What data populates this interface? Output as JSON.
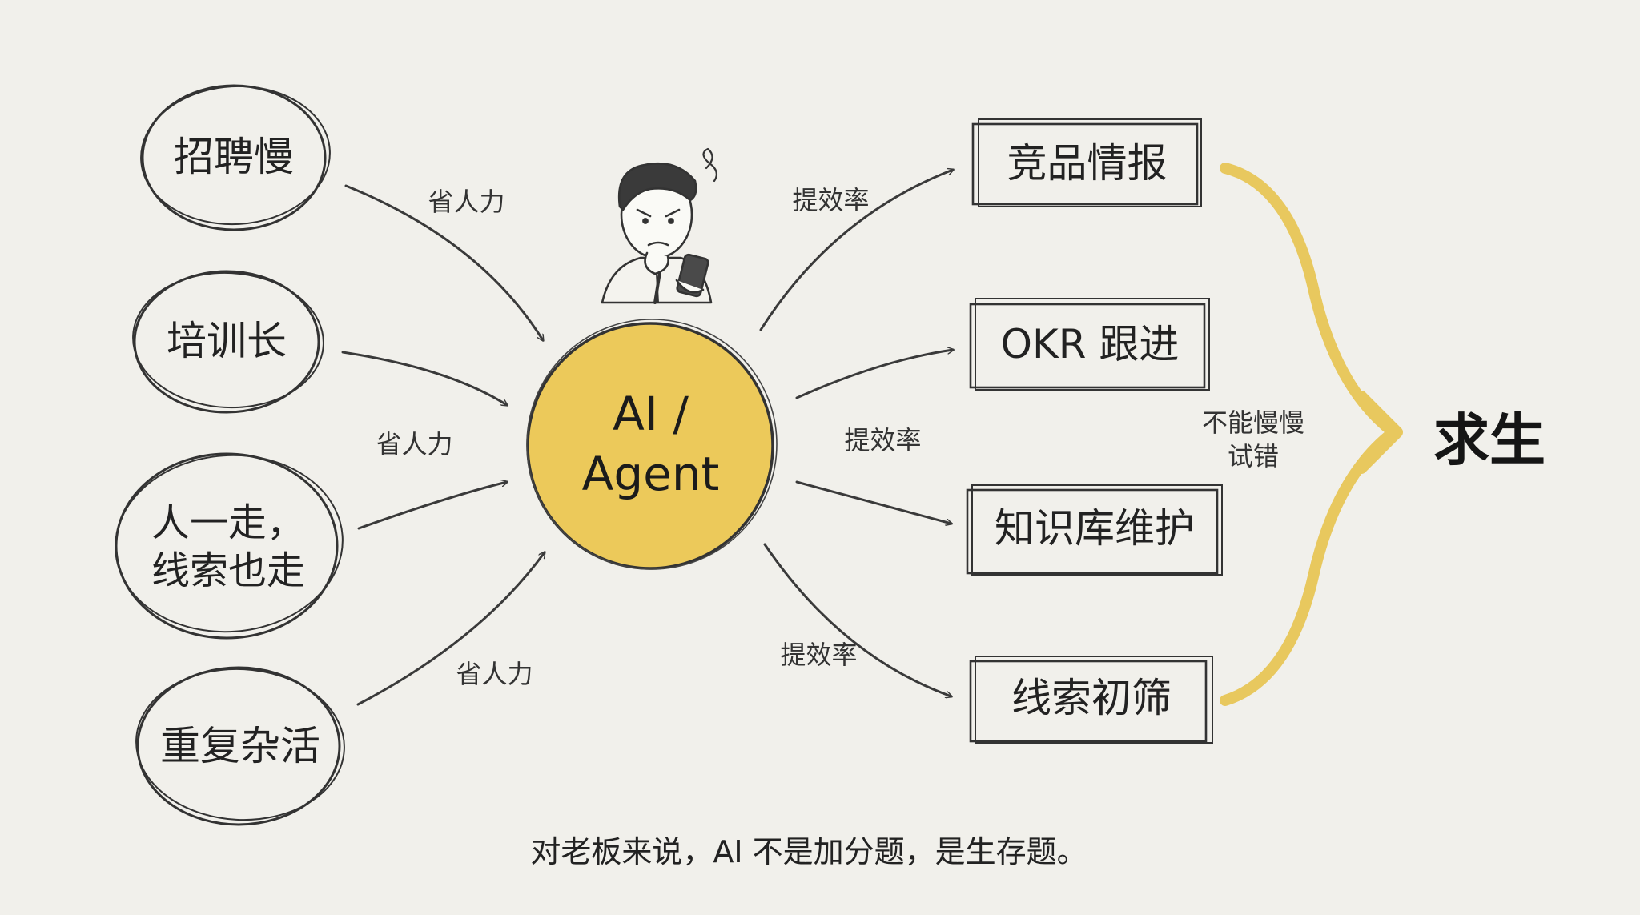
{
  "problems": [
    {
      "id": "hiring",
      "label": "招聘慢"
    },
    {
      "id": "training",
      "label": "培训长"
    },
    {
      "id": "turnover",
      "line1": "人一走，",
      "line2": "线索也走"
    },
    {
      "id": "chores",
      "label": "重复杂活"
    }
  ],
  "problem_edges": [
    "省人力",
    "省人力",
    "省人力"
  ],
  "center": {
    "line1": "AI /",
    "line2": "Agent"
  },
  "tasks": [
    {
      "id": "intel",
      "label": "竞品情报"
    },
    {
      "id": "okr",
      "label": "OKR 跟进"
    },
    {
      "id": "kb",
      "label": "知识库维护"
    },
    {
      "id": "leads",
      "label": "线索初筛"
    }
  ],
  "task_edges": [
    "提效率",
    "提效率",
    "提效率"
  ],
  "merge_note": {
    "line1": "不能慢慢",
    "line2": "试错"
  },
  "goal": "求生",
  "footer": "对老板来说，AI 不是加分题，是生存题。",
  "colors": {
    "background": "#f1f0eb",
    "ink": "#333333",
    "accent_fill": "#ecc95a",
    "accent_stroke": "#e8c85e"
  },
  "icons": {
    "boss": "worried-man-with-phone-icon"
  }
}
